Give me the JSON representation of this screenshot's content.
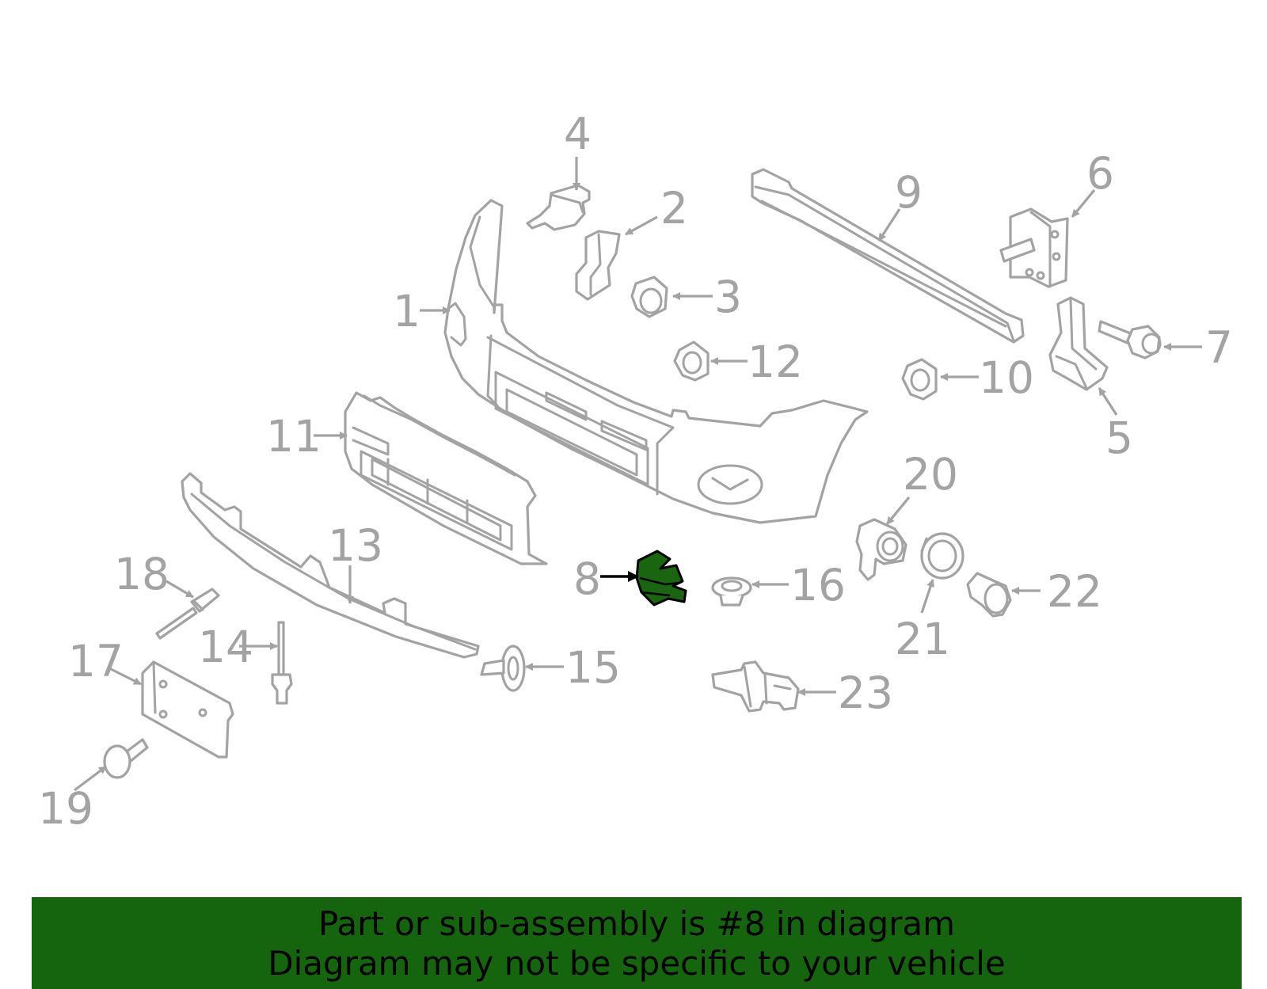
{
  "callouts": {
    "c1": "1",
    "c2": "2",
    "c3": "3",
    "c4": "4",
    "c5": "5",
    "c6": "6",
    "c7": "7",
    "c8": "8",
    "c9": "9",
    "c10": "10",
    "c11": "11",
    "c12": "12",
    "c13": "13",
    "c14": "14",
    "c15": "15",
    "c16": "16",
    "c17": "17",
    "c18": "18",
    "c19": "19",
    "c20": "20",
    "c21": "21",
    "c22": "22",
    "c23": "23"
  },
  "highlighted_part": "8",
  "colors": {
    "part_line": "#a3a3a3",
    "highlight_fill": "#1a6610",
    "banner": "#15650f"
  },
  "banner": {
    "line1": "Part or sub-assembly is #8 in diagram",
    "line2": "Diagram may not be specific to your vehicle"
  }
}
